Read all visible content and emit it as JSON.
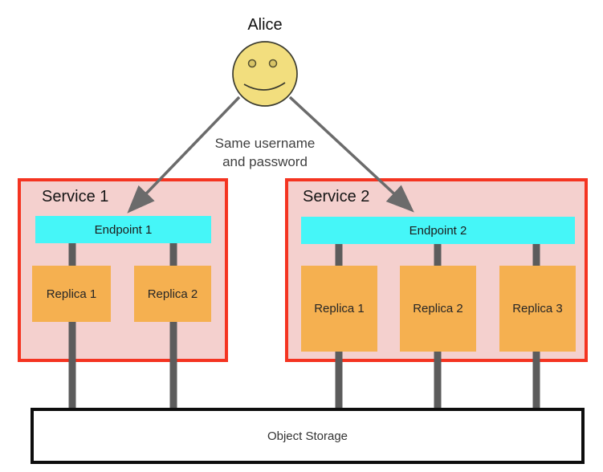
{
  "actor": {
    "label": "Alice",
    "icon": "smiley-face-icon"
  },
  "annotation": {
    "line1": "Same username",
    "line2": "and password"
  },
  "services": [
    {
      "name": "Service 1",
      "endpoint": "Endpoint 1",
      "replicas": [
        "Replica 1",
        "Replica 2"
      ]
    },
    {
      "name": "Service 2",
      "endpoint": "Endpoint 2",
      "replicas": [
        "Replica 1",
        "Replica 2",
        "Replica 3"
      ]
    }
  ],
  "storage": {
    "label": "Object Storage"
  },
  "colors": {
    "service_fill": "#f4d0ce",
    "service_border": "#f43421",
    "endpoint_fill": "#45f6f8",
    "replica_fill": "#f5b050",
    "connector_gray": "#5c5c5c",
    "arrow_gray": "#6b6b6b",
    "face_yellow": "#f2de7e",
    "storage_border": "#0d0d0d"
  }
}
